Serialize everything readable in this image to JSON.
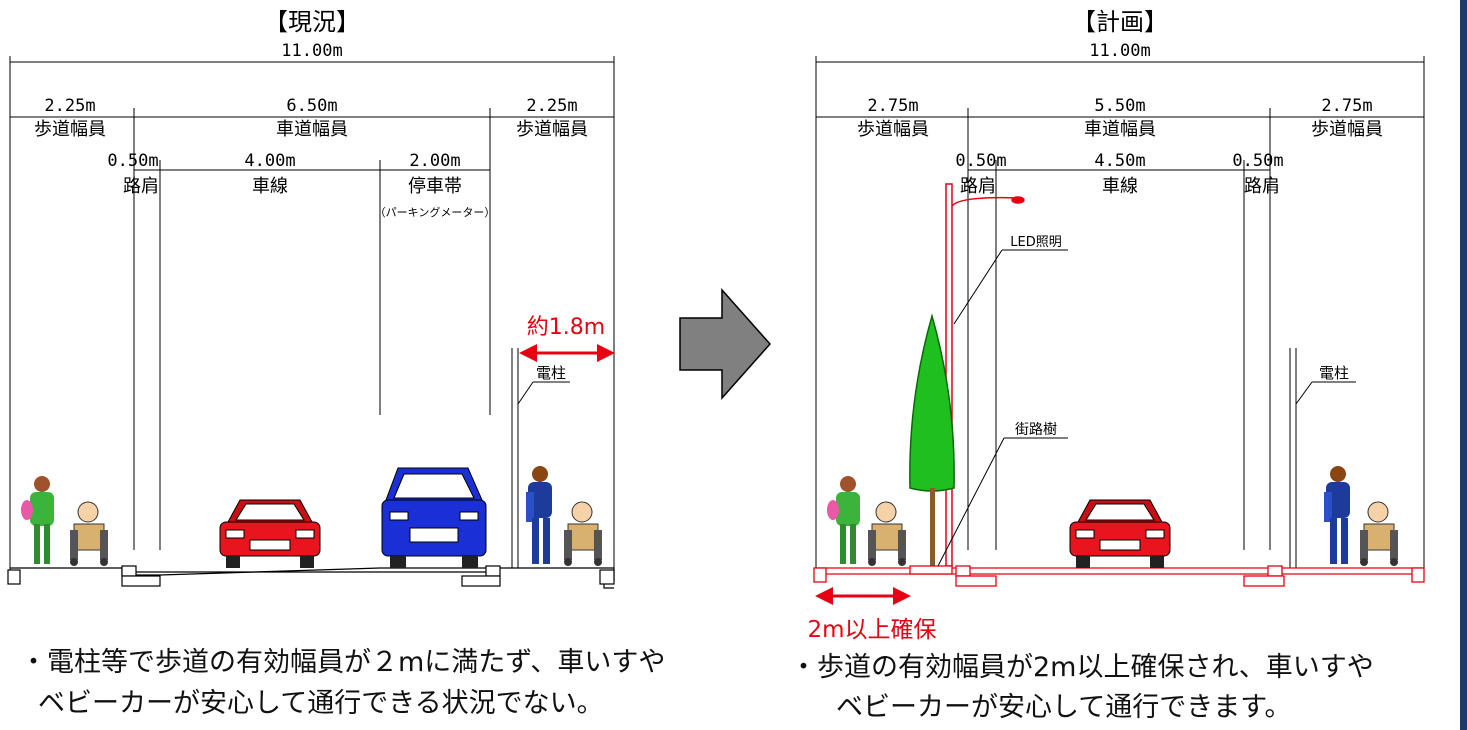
{
  "left": {
    "title": "【現況】",
    "total_width": "11.00m",
    "sidewalk_left_width": "2.25m",
    "sidewalk_left_label": "歩道幅員",
    "carriageway_width": "6.50m",
    "carriageway_label": "車道幅員",
    "sidewalk_right_width": "2.25m",
    "sidewalk_right_label": "歩道幅員",
    "shoulder_width": "0.50m",
    "shoulder_label": "路肩",
    "lane_width": "4.00m",
    "lane_label": "車線",
    "parking_width": "2.00m",
    "parking_label": "停車帯",
    "parking_note": "（パーキングメーター）",
    "effective_width": "約1.8m",
    "pole_label": "電柱",
    "caption_line1": "・電柱等で歩道の有効幅員が２mに満たず、車いすや",
    "caption_line2": "ベビーカーが安心して通行できる状況でない。"
  },
  "right": {
    "title": "【計画】",
    "total_width": "11.00m",
    "sidewalk_left_width": "2.75m",
    "sidewalk_left_label": "歩道幅員",
    "carriageway_width": "5.50m",
    "carriageway_label": "車道幅員",
    "sidewalk_right_width": "2.75m",
    "sidewalk_right_label": "歩道幅員",
    "shoulder_left_width": "0.50m",
    "shoulder_left_label": "路肩",
    "lane_width": "4.50m",
    "lane_label": "車線",
    "shoulder_right_width": "0.50m",
    "shoulder_right_label": "路肩",
    "led_label": "LED照明",
    "tree_label": "街路樹",
    "pole_label": "電柱",
    "secured_width": "2m以上確保",
    "caption_line1": "・歩道の有効幅員が2m以上確保され、車いすや",
    "caption_line2": "ベビーカーが安心して通行できます。"
  },
  "colors": {
    "accent_red": "#e60012",
    "arrow_gray": "#808080",
    "car_red": "#e8141e",
    "car_blue": "#1a2fd6",
    "tree_green": "#1fbf1f",
    "sidebar_navy": "#1d3a6d"
  }
}
